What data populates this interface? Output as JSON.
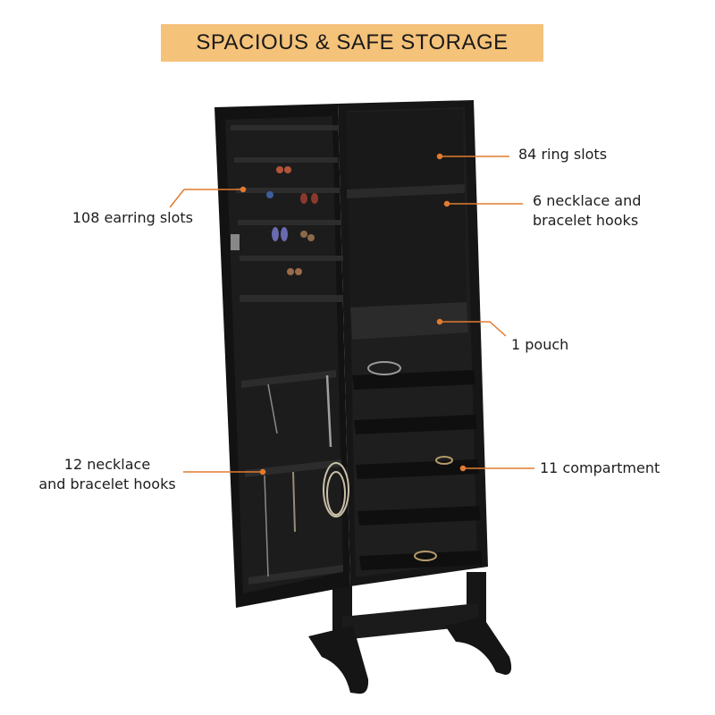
{
  "banner": {
    "title": "SPACIOUS & SAFE STORAGE",
    "color": "#f5c27a"
  },
  "callouts": {
    "ring_slots": "84 ring slots",
    "necklace_hooks_6_line1": "6 necklace and",
    "necklace_hooks_6_line2": "bracelet hooks",
    "earring_slots": "108 earring slots",
    "pouch": "1 pouch",
    "necklace_hooks_12_line1": "12 necklace",
    "necklace_hooks_12_line2": "and bracelet hooks",
    "compartment": "11 compartment"
  },
  "colors": {
    "leader_line": "#e27b2f",
    "cabinet": "#141414",
    "cabinet_panel": "#1c1c1c"
  }
}
